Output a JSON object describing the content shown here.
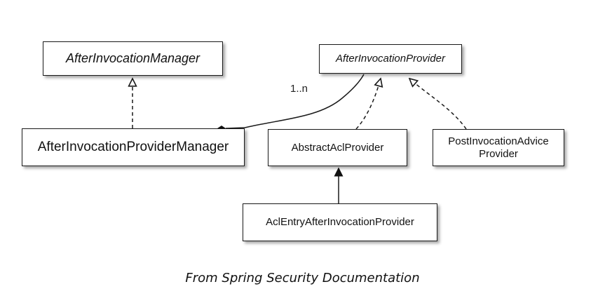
{
  "diagram": {
    "nodes": {
      "after_invocation_manager": {
        "label": "AfterInvocationManager",
        "style": "interface"
      },
      "after_invocation_provider": {
        "label": "AfterInvocationProvider",
        "style": "interface"
      },
      "after_invocation_provider_manager": {
        "label": "AfterInvocationProviderManager",
        "style": "class"
      },
      "abstract_acl_provider": {
        "label": "AbstractAclProvider",
        "style": "class"
      },
      "post_invocation_advice_provider": {
        "line1": "PostInvocationAdvice",
        "line2": "Provider",
        "style": "class"
      },
      "acl_entry_after_invocation_provider": {
        "label": "AclEntryAfterInvocationProvider",
        "style": "class"
      }
    },
    "edges": [
      {
        "from": "after_invocation_provider_manager",
        "to": "after_invocation_manager",
        "kind": "realization"
      },
      {
        "from": "after_invocation_provider_manager",
        "to": "after_invocation_provider",
        "kind": "aggregation",
        "multiplicity": "1..n"
      },
      {
        "from": "abstract_acl_provider",
        "to": "after_invocation_provider",
        "kind": "realization"
      },
      {
        "from": "post_invocation_advice_provider",
        "to": "after_invocation_provider",
        "kind": "realization"
      },
      {
        "from": "acl_entry_after_invocation_provider",
        "to": "abstract_acl_provider",
        "kind": "generalization"
      }
    ],
    "multiplicity_label": "1..n"
  },
  "caption": "From Spring Security Documentation",
  "colors": {
    "line": "#1a1a1a",
    "box_border": "#1a1a1a",
    "background": "#ffffff"
  }
}
